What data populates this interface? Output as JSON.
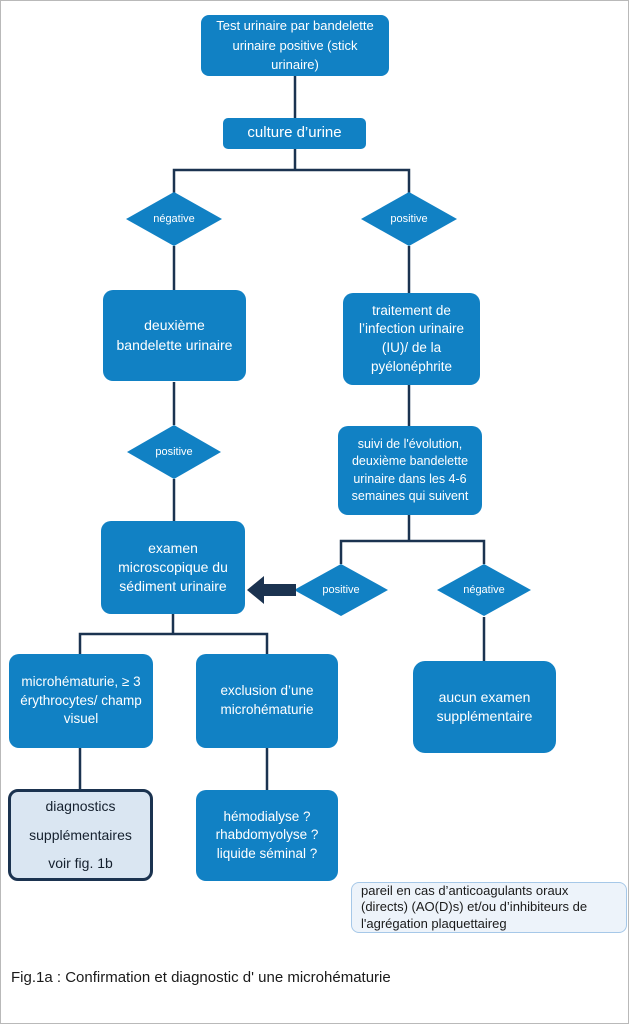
{
  "figure": {
    "caption": "Fig.1a : Confirmation et diagnostic d' une microhématurie"
  },
  "colors": {
    "node_blue": "#1181c4",
    "connector_navy": "#1b3350",
    "light_box_fill": "#dae6f2",
    "light_box_border": "#1b3350",
    "light_box_text": "#15202e",
    "note_fill": "#edf3fa",
    "note_border": "#a6c8e8",
    "note_text": "#1a1a1a",
    "node_text": "#ffffff",
    "page_border": "#b9b9b9",
    "caption_text": "#1a1a1a"
  },
  "flowchart": {
    "nodes": {
      "test": {
        "label": "Test urinaire par bandelette urinaire positive (stick urinaire)"
      },
      "culture": {
        "label": "culture d’urine"
      },
      "negative1": {
        "label": "négative"
      },
      "positive1": {
        "label": "positive"
      },
      "deuxieme": {
        "label": "deuxième bandelette urinaire"
      },
      "traitement": {
        "label": "traitement de l’infection urinaire (IU)/ de la pyélonéphrite"
      },
      "positive2": {
        "label": "positive"
      },
      "suivi": {
        "label": "suivi de l'évolution, deuxième bandelette urinaire dans les 4-6 semaines qui suivent"
      },
      "examen": {
        "label": "examen microscopique du sédiment urinaire"
      },
      "positive3": {
        "label": "positive"
      },
      "negative2": {
        "label": "négative"
      },
      "micro": {
        "label": "microhématurie, ≥ 3 érythrocytes/ champ visuel"
      },
      "exclusion": {
        "label": "exclusion d’une microhématurie"
      },
      "aucun": {
        "label": "aucun examen supplémentaire"
      },
      "diagnostics": {
        "label": "diagnostics supplémentaires voir fig. 1b"
      },
      "hemodialyse": {
        "label": "hémodialyse ? rhabdomyolyse ? liquide séminal ?"
      },
      "note": {
        "label": "pareil en cas d’anticoagulants oraux (directs) (AO(D)s) et/ou d’inhibiteurs de l'agrégation plaquettaireg"
      }
    }
  }
}
